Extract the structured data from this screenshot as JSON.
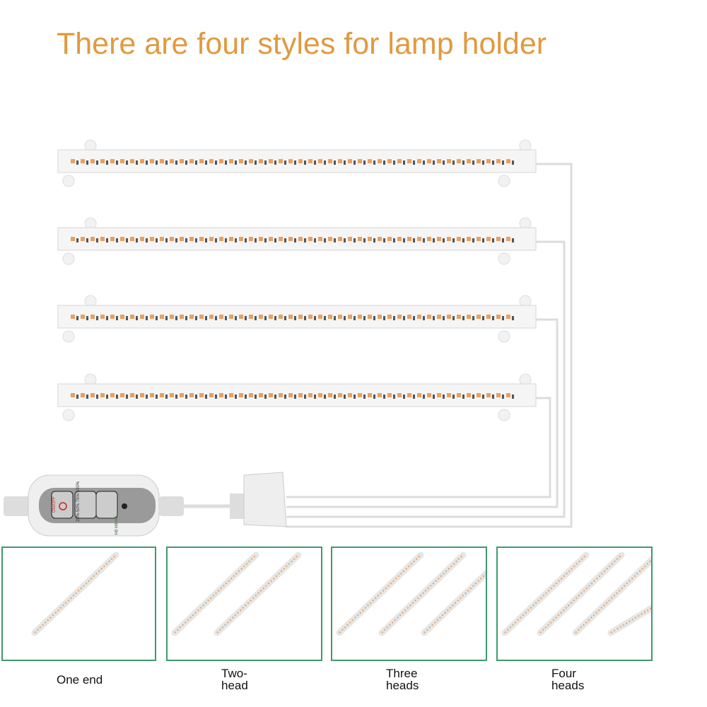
{
  "title": "There are four styles for lamp holder",
  "controller": {
    "power_label": "ON/OFF",
    "dim_label": "25%-50% 75%-100%",
    "timer_label": "3H 6H 9H"
  },
  "styles": [
    {
      "label": "One end",
      "bars": 1
    },
    {
      "label": "Two-head",
      "bars": 2
    },
    {
      "label": "Three heads",
      "bars": 3
    },
    {
      "label": "Four heads",
      "bars": 4
    }
  ],
  "colors": {
    "title": "#e09a40",
    "box_border": "#3d9a6e",
    "led": "#e8a060"
  }
}
